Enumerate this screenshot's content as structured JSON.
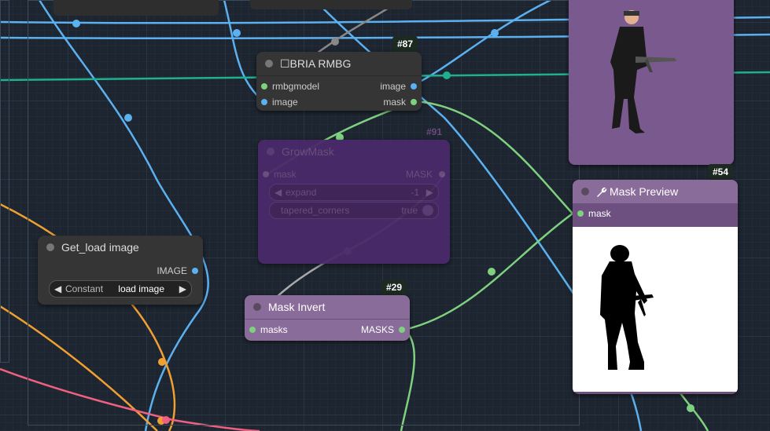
{
  "colors": {
    "image_wire": "#5bb0f0",
    "mask_wire": "#7fd07f",
    "float_wire": "#f0a030",
    "latent_wire": "#f06080",
    "teal_wire": "#20b090",
    "groupmask_bg": "#4a2a6a",
    "maskinvert_bg": "#8a6c9a",
    "maskpreview_bg": "#6e5080",
    "node_bg": "#353535"
  },
  "nodes": {
    "bria": {
      "badge": "#87",
      "title": "☐BRIA RMBG",
      "inputs": [
        "rmbgmodel",
        "image"
      ],
      "outputs": [
        "image",
        "mask"
      ]
    },
    "growmask": {
      "badge": "#91",
      "title": "GrowMask",
      "input": "mask",
      "output": "MASK",
      "expand_label": "expand",
      "expand_value": "-1",
      "tapered_label": "tapered_corners",
      "tapered_value": "true"
    },
    "getload": {
      "title": "Get_load image",
      "output": "IMAGE",
      "widget_label": "Constant",
      "widget_value": "load image"
    },
    "maskinvert": {
      "badge": "#29",
      "title": "Mask Invert",
      "input": "masks",
      "output": "MASKS"
    },
    "maskpreview": {
      "badge": "#54",
      "title": "Mask Preview",
      "input": "mask",
      "icon": "wrench-icon"
    },
    "imagepreview": {
      "icon": "person-photo"
    }
  }
}
